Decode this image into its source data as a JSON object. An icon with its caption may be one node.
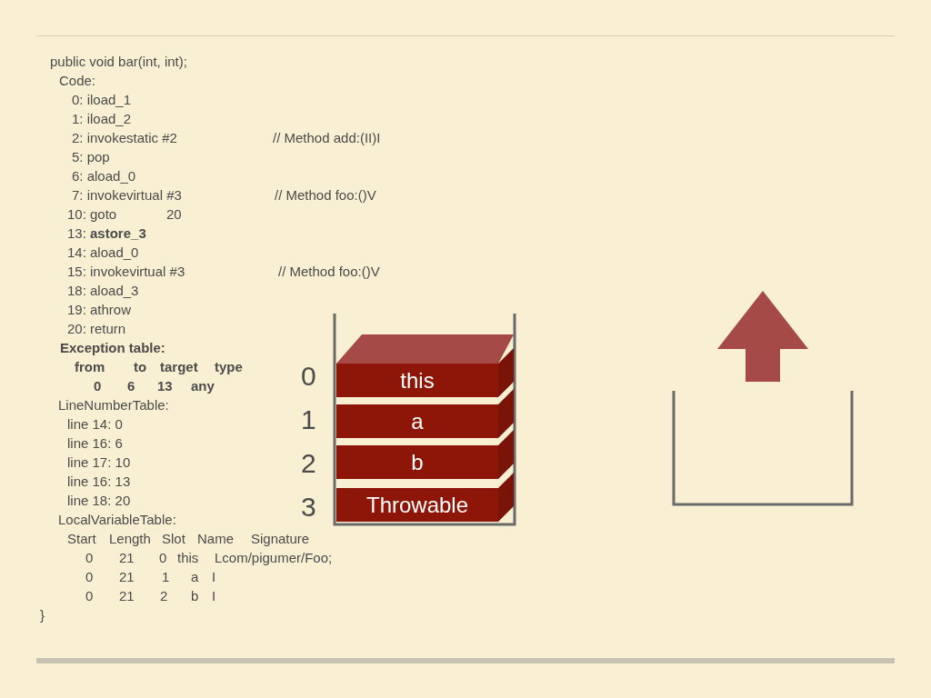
{
  "diagram": {
    "nodes": [
      {
        "text": [
          "this"
        ]
      },
      {
        "text": [
          "a"
        ]
      },
      {
        "text": [
          "b"
        ]
      },
      {
        "text": [
          "Throwable"
        ]
      }
    ],
    "labels": [
      "public void bar(int, int);",
      "Code:",
      "0: iload_1",
      "1: iload_2",
      "2: invokestatic #2",
      "// Method add:(II)I",
      "5: pop",
      "6: aload_0",
      "7: invokevirtual #3",
      "// Method foo:()V",
      "10: goto",
      "20",
      "13: **astore_3**",
      "14: aload_0",
      "15: invokevirtual #3",
      "// Method foo:()V",
      "18: aload_3",
      "19: athrow",
      "20: return",
      "Exception table:",
      "from",
      "to",
      "target",
      "type",
      "0",
      "6",
      "13",
      "any",
      "LineNumberTable:",
      "line 14: 0",
      "line 16: 6",
      "line 17: 10",
      "line 16: 13",
      "line 18: 20",
      "LocalVariableTable:",
      "Start",
      "Length",
      "Slot",
      "Name",
      "Signature",
      "0",
      "21",
      "0",
      "this",
      "Lcom/pigumer/Foo;",
      "0",
      "21",
      "1",
      "a",
      "I",
      "0",
      "21",
      "2",
      "b",
      "I",
      "}",
      "0",
      "1",
      "2",
      "3"
    ]
  }
}
